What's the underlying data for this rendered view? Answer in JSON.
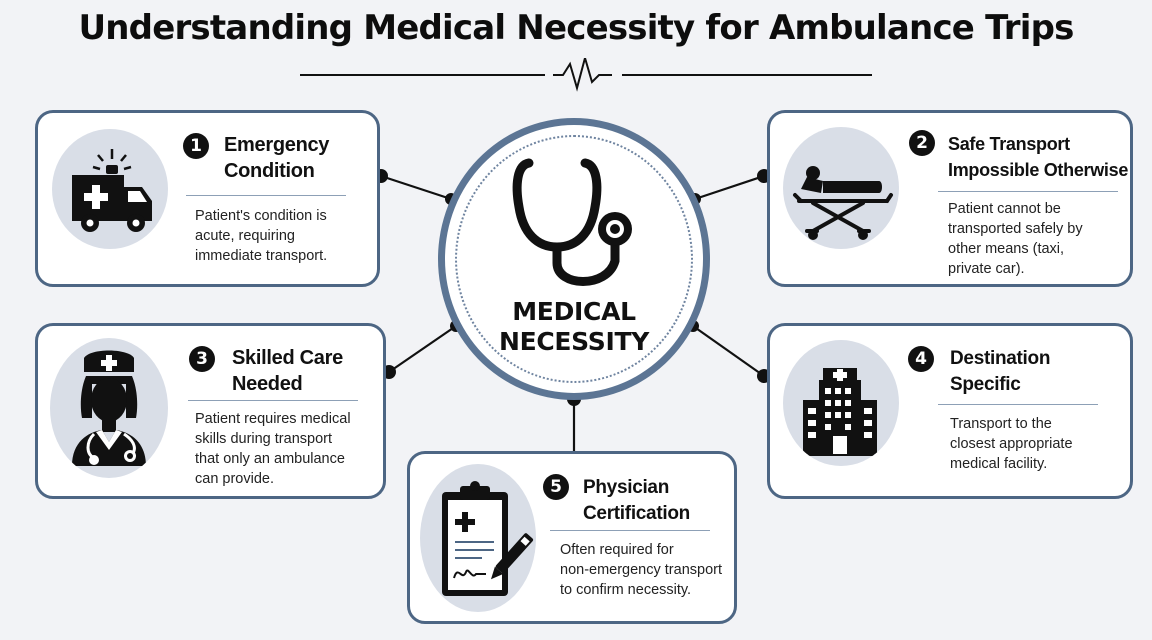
{
  "title": "Understanding Medical Necessity for Ambulance Trips",
  "hub": {
    "label_line1": "MEDICAL",
    "label_line2": "NECESSITY",
    "icon": "stethoscope-icon"
  },
  "criteria": [
    {
      "number": "1",
      "title_line1": "Emergency",
      "title_line2": "Condition",
      "desc_lines": [
        "Patient's condition is",
        "acute, requiring",
        "immediate transport."
      ],
      "icon": "ambulance-icon"
    },
    {
      "number": "2",
      "title_line1": "Safe Transport",
      "title_line2": "Impossible Otherwise",
      "desc_lines": [
        "Patient cannot be",
        "transported safely by",
        "other means (taxi,",
        "private car)."
      ],
      "icon": "stretcher-icon"
    },
    {
      "number": "3",
      "title_line1": "Skilled Care",
      "title_line2": "Needed",
      "desc_lines": [
        "Patient requires medical",
        "skills during transport",
        "that only an ambulance",
        "can provide."
      ],
      "icon": "nurse-icon"
    },
    {
      "number": "4",
      "title_line1": "Destination",
      "title_line2": "Specific",
      "desc_lines": [
        "Transport to the",
        "closest appropriate",
        "medical facility."
      ],
      "icon": "hospital-icon"
    },
    {
      "number": "5",
      "title_line1": "Physician",
      "title_line2": "Certification",
      "desc_lines": [
        "Often required for",
        "non-emergency transport",
        "to confirm necessity."
      ],
      "icon": "clipboard-icon"
    }
  ],
  "colors": {
    "card_border": "#4d6684",
    "hub_ring": "#5c7594",
    "icon_disc": "#d9dee7",
    "background": "#f2f3f6"
  }
}
